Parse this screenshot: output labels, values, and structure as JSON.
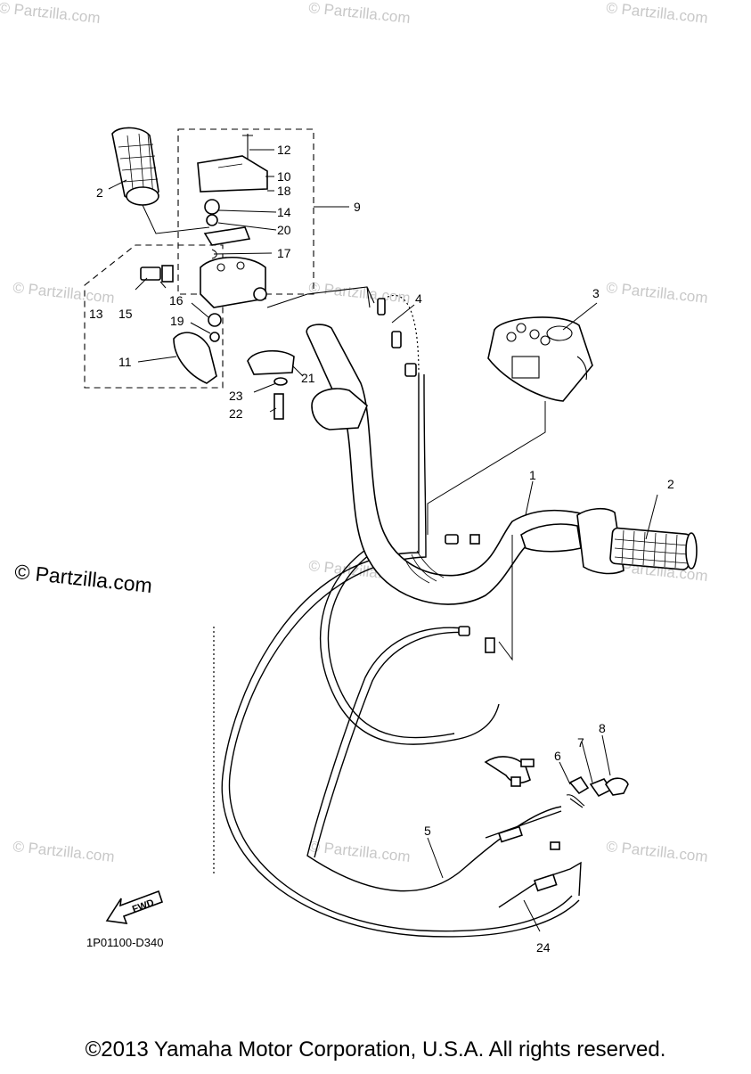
{
  "watermark": {
    "text": "© Partzilla.com"
  },
  "brand_watermark": "© Partzilla.com",
  "diagram_code": "1P01100-D340",
  "copyright": "©2013 Yamaha Motor Corporation, U.S.A. All rights reserved.",
  "fwd_label": "FWD",
  "callouts": [
    "1",
    "2",
    "2",
    "3",
    "4",
    "5",
    "6",
    "7",
    "8",
    "9",
    "10",
    "11",
    "12",
    "13",
    "14",
    "15",
    "16",
    "17",
    "18",
    "19",
    "20",
    "21",
    "22",
    "23",
    "24"
  ]
}
